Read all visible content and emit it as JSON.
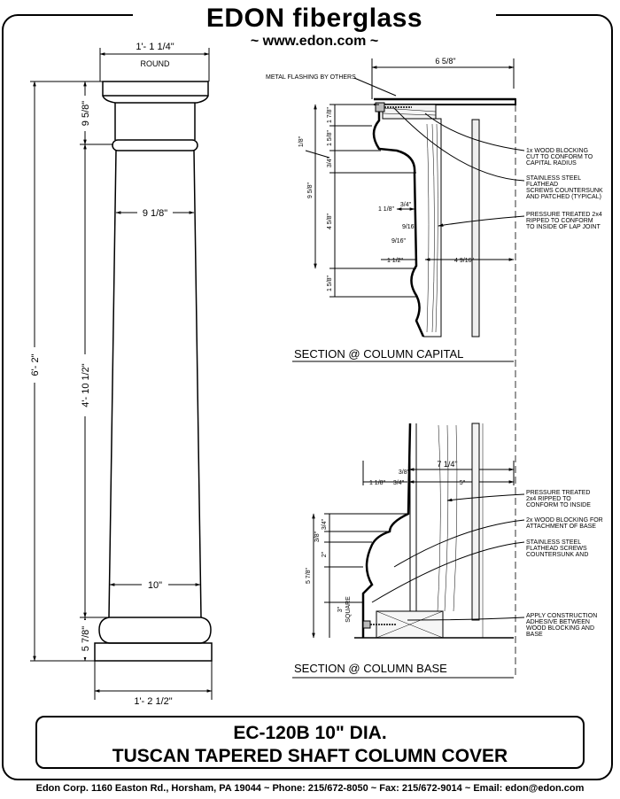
{
  "brand": {
    "name": "EDON fiberglass",
    "url": "~ www.edon.com ~"
  },
  "elevation": {
    "top_width": "1'- 1 1/4\"",
    "top_round": "ROUND",
    "capital_height": "9 5/8\"",
    "shaft_top_dia": "9 1/8\"",
    "overall_height": "6'- 2\"",
    "shaft_height": "4'- 10 1/2\"",
    "shaft_bottom_dia": "10\"",
    "base_height": "5 7/8\"",
    "base_width": "1'- 2 1/2\""
  },
  "capital_section": {
    "title": "SECTION @ COLUMN CAPITAL",
    "flashing": "METAL FLASHING BY OTHERS",
    "width": "6 5/8\"",
    "d1": "1 7/8\"",
    "d2": "1 5/8\"",
    "d3": "3/4\"",
    "d4": "4 5/8\"",
    "d5": "1 5/8\"",
    "overall": "9 5/8\"",
    "left_small": "1/8\"",
    "s1": "1 1/8\"",
    "s2": "3/4\"",
    "s3": "9/16\"",
    "s4": "9/16\"",
    "s5": "1 1/2\"",
    "s6": "4 9/16\"",
    "note1": [
      "1x WOOD BLOCKING",
      "CUT TO CONFORM TO",
      "CAPITAL RADIUS"
    ],
    "note2": [
      "STAINLESS STEEL",
      "FLATHEAD",
      "SCREWS COUNTERSUNK",
      "AND PATCHED (TYPICAL)"
    ],
    "note3": [
      "PRESSURE TREATED 2x4",
      "RIPPED TO CONFORM",
      "TO INSIDE OF LAP JOINT"
    ]
  },
  "base_section": {
    "title": "SECTION @ COLUMN BASE",
    "width": "7 1/4\"",
    "w2": "5\"",
    "t1": "3/8\"",
    "t2": "1 1/8\"",
    "t3": "3/4\"",
    "v1": "3/4\"",
    "v2": "3/8\"",
    "v3": "2\"",
    "v4": "5 7/8\"",
    "v5": "3\"",
    "v6": "SQUARE",
    "note1": [
      "PRESSURE TREATED",
      "2x4 RIPPED TO",
      "CONFORM TO INSIDE"
    ],
    "note2": [
      "2x WOOD BLOCKING FOR",
      "ATTACHMENT OF BASE"
    ],
    "note3": [
      "STAINLESS STEEL",
      "FLATHEAD SCREWS",
      "COUNTERSUNK AND"
    ],
    "note4": [
      "APPLY CONSTRUCTION",
      "ADHESIVE BETWEEN",
      "WOOD BLOCKING AND",
      "BASE"
    ]
  },
  "title": {
    "line1": "EC-120B  10\" DIA.",
    "line2": "TUSCAN TAPERED SHAFT COLUMN COVER"
  },
  "footer": "Edon Corp. 1160 Easton Rd.,  Horsham, PA 19044 ~ Phone: 215/672-8050 ~ Fax:  215/672-9014 ~ Email: edon@edon.com"
}
